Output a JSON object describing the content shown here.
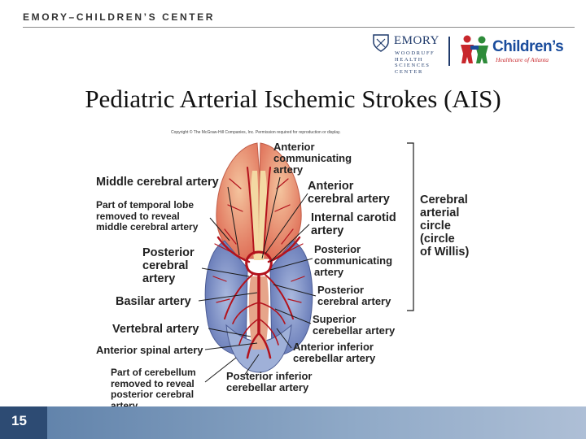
{
  "header": {
    "title": "EMORY–CHILDREN’S CENTER"
  },
  "logos": {
    "emory": {
      "name": "EMORY",
      "sub_lines": [
        "WOODRUFF",
        "HEALTH",
        "SCIENCES",
        "CENTER"
      ]
    },
    "childrens": {
      "name": "Children’s",
      "tagline": "Healthcare of Atlanta"
    }
  },
  "slide": {
    "title": "Pediatric Arterial Ischemic Strokes (AIS)",
    "page_number": "15"
  },
  "figure": {
    "copyright": "Copyright © The McGraw-Hill Companies, Inc. Permission required for reproduction or display.",
    "labels": {
      "anterior_communicating_artery": "Anterior\ncommunicating\nartery",
      "middle_cerebral_artery": "Middle cerebral artery",
      "anterior_cerebral_artery": "Anterior\ncerebral artery",
      "temporal_lobe": "Part of temporal lobe\nremoved to reveal\nmiddle cerebral artery",
      "internal_carotid_artery": "Internal carotid\nartery",
      "posterior_cerebral_artery_left": "Posterior\ncerebral\nartery",
      "posterior_communicating_artery": "Posterior\ncommunicating\nartery",
      "basilar_artery": "Basilar artery",
      "posterior_cerebral_artery_right": "Posterior\ncerebral artery",
      "vertebral_artery": "Vertebral artery",
      "superior_cerebellar_artery": "Superior\ncerebellar artery",
      "anterior_spinal_artery": "Anterior spinal artery",
      "anterior_inferior_cerebellar_artery": "Anterior inferior\ncerebellar artery",
      "cerebellum": "Part of cerebellum\nremoved to reveal\nposterior cerebral\nartery",
      "posterior_inferior_cerebellar_artery": "Posterior inferior\ncerebellar artery",
      "circle_of_willis": "Cerebral\narterial\ncircle\n(circle\nof Willis)"
    }
  },
  "colors": {
    "brand_blue": "#1f3a6b",
    "bar_dark": "#2d4b73",
    "bar_light": "#8fa9c7",
    "artery_red": "#b3121c"
  }
}
